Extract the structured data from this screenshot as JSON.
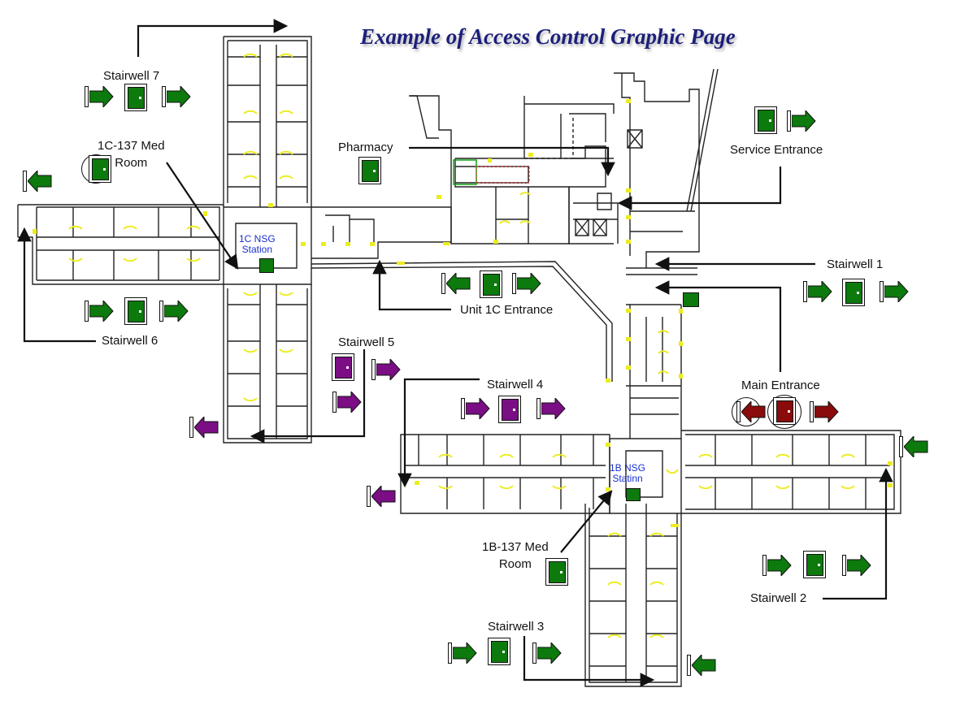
{
  "title": "Example of Access Control Graphic Page",
  "colors": {
    "secured_green": "#0d7a0d",
    "alert_purple": "#7b0e84",
    "alarm_red": "#8a0b0b",
    "reader_yellow": "#ecec1f",
    "walls": "#222222",
    "station_text": "#1a2fd0",
    "title_text": "#1c1f7a"
  },
  "labels": {
    "stairwell_7": "Stairwell 7",
    "med_room_1c": "1C-137 Med\nRoom",
    "pharmacy": "Pharmacy",
    "service_entrance": "Service Entrance",
    "nsg_1c": "1C NSG\nStation",
    "stairwell_1": "Stairwell 1",
    "unit_1c_entrance": "Unit 1C Entrance",
    "stairwell_6": "Stairwell 6",
    "stairwell_5": "Stairwell 5",
    "stairwell_4": "Stairwell 4",
    "main_entrance": "Main Entrance",
    "nsg_1b": "1B NSG\nStatinn",
    "med_room_1b": "1B-137 Med\nRoom",
    "stairwell_2": "Stairwell 2",
    "stairwell_3": "Stairwell 3"
  },
  "icons": [
    "door-icon",
    "arrow-in-icon",
    "arrow-out-icon",
    "card-reader-icon"
  ],
  "door_states": {
    "stairwell_7": "secure",
    "med_room_1c": "secure",
    "pharmacy": "secure",
    "service_entrance": "secure",
    "stairwell_1": "secure",
    "unit_1c_entrance": "secure",
    "stairwell_6": "secure",
    "stairwell_5": "alert",
    "stairwell_4": "alert",
    "main_entrance": "alarm",
    "med_room_1b": "secure",
    "stairwell_2": "secure",
    "stairwell_3": "secure"
  }
}
